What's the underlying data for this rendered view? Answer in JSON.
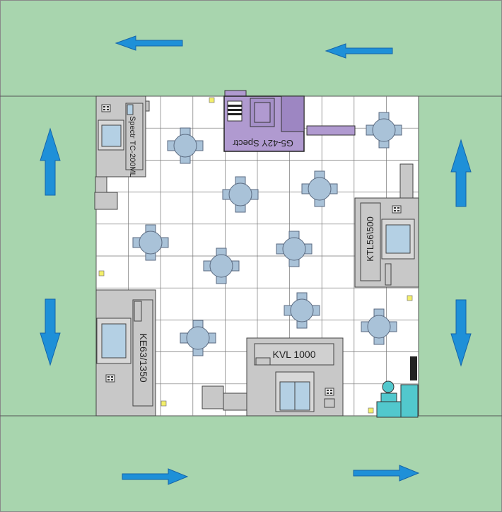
{
  "machines": {
    "spectr_tc": "Spectr TC-200ML",
    "g5_42y": "G5-42Y Spectr",
    "ktl": "KTL56\\500",
    "ke63": "KE63/1350",
    "kvl": "KVL 1000"
  },
  "colors": {
    "floor_green": "#a8d5ae",
    "arrow_blue": "#1e90d8",
    "machine_gray": "#c8c8c8",
    "panel_blue": "#b4d0e4",
    "spectr_purple": "#b09ad0",
    "table_blue": "#a9c2d8",
    "marker_yellow": "#f3ef6a",
    "teal_unit": "#52c8cd"
  },
  "arrows": {
    "top": "left",
    "bottom": "right",
    "left": [
      "up",
      "down"
    ],
    "right": [
      "up",
      "down"
    ]
  }
}
